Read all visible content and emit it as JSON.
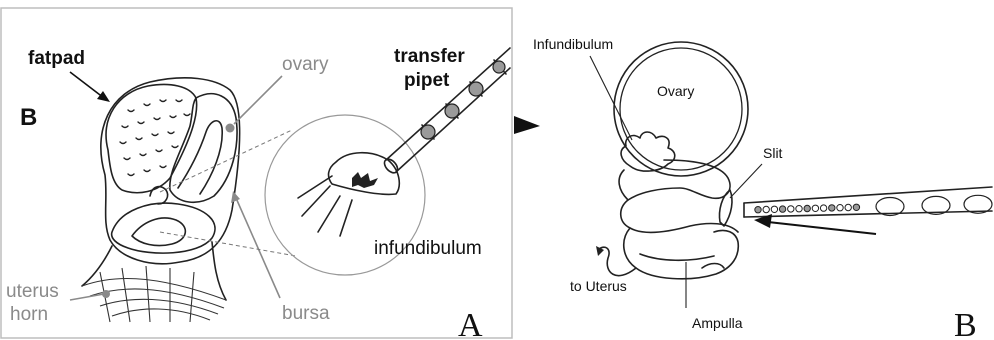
{
  "panel_a": {
    "letter": "A",
    "inset_letter": "B",
    "labels": {
      "fatpad": "fatpad",
      "ovary": "ovary",
      "transfer_line1": "transfer",
      "transfer_line2": "pipet",
      "infundibulum": "infundibulum",
      "uterus_line1": "uterus",
      "uterus_line2": "horn",
      "bursa": "bursa"
    }
  },
  "panel_b": {
    "letter": "B",
    "labels": {
      "infundibulum": "Infundibulum",
      "ovary": "Ovary",
      "slit": "Slit",
      "to_uterus": "to Uterus",
      "ampulla": "Ampulla"
    }
  },
  "colors": {
    "outline": "#222222",
    "gray_label": "#8a8a8a",
    "ovary_fill": "#c8c8c8",
    "cell_fill": "#9a9a9a",
    "background": "#ffffff"
  }
}
